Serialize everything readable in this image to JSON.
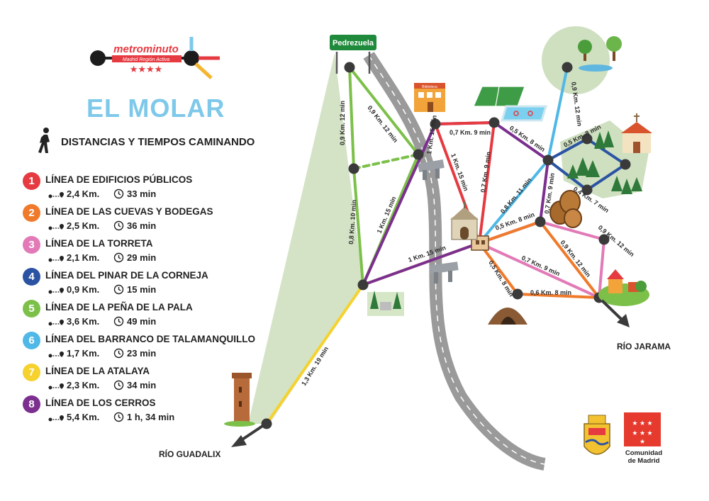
{
  "brand": {
    "name": "metrominuto",
    "tagline": "Madrid Región Activa",
    "stars": "★★★★"
  },
  "title": "EL MOLAR",
  "subtitle": "DISTANCIAS Y TIEMPOS CAMINANDO",
  "lines": [
    {
      "number": "1",
      "name": "LÍNEA DE EDIFICIOS PÚBLICOS",
      "distance": "2,4 Km.",
      "time": "33 min",
      "color": "#e63a41"
    },
    {
      "number": "2",
      "name": "LÍNEA DE LAS CUEVAS Y BODEGAS",
      "distance": "2,5 Km.",
      "time": "36 min",
      "color": "#f07a2b"
    },
    {
      "number": "3",
      "name": "LÍNEA DE LA TORRETA",
      "distance": "2,1 Km.",
      "time": "29 min",
      "color": "#e27ab7"
    },
    {
      "number": "4",
      "name": "LÍNEA DEL PINAR DE LA CORNEJA",
      "distance": "0,9 Km.",
      "time": "15 min",
      "color": "#2b53a3"
    },
    {
      "number": "5",
      "name": "LÍNEA DE LA PEÑA DE LA PALA",
      "distance": "3,6 Km.",
      "time": "49 min",
      "color": "#7cc04a"
    },
    {
      "number": "6",
      "name": "LÍNEA DEL BARRANCO DE TALAMANQUILLO",
      "distance": "1,7 Km.",
      "time": "23 min",
      "color": "#4fb8e6"
    },
    {
      "number": "7",
      "name": "LÍNEA DE LA ATALAYA",
      "distance": "2,3 Km.",
      "time": "34 min",
      "color": "#f5d22e"
    },
    {
      "number": "8",
      "name": "LÍNEA DE LOS CERROS",
      "distance": "5,4 Km.",
      "time": "1 h, 34 min",
      "color": "#7b2f8e"
    }
  ],
  "map": {
    "sign": "Pedrezuela",
    "library_sign": "Biblioteca",
    "exits": {
      "guadalix": "RÍO GUADALIX",
      "jarama": "RÍO JARAMA"
    },
    "segment_labels": [
      "0,9 Km. 12 min",
      "0,9 Km. 12 min",
      "0,8 Km. 10 min",
      "1 Km. 15 min",
      "1 Km. 15 min",
      "1 Km. 15 min",
      "1 Km. 15 min",
      "0,7 Km. 9 min",
      "0,7 Km. 9 min",
      "0,5 Km. 8 min",
      "0,8 Km. 11 min",
      "0,5 Km. 8 min",
      "0,7 Km. 9 min",
      "0,9 Km. 12 min",
      "0,5 Km. 8 min",
      "0,4 Km. 7 min",
      "0,9 Km. 12 min",
      "0,9 Km. 12 min",
      "0,7 Km. 9 min",
      "0,5 Km. 8 min",
      "0,6 Km. 8 min",
      "1,3 Km. 19 min"
    ]
  },
  "seal": {
    "label": "Comunidad\nde Madrid",
    "color": "#e63a2e"
  }
}
